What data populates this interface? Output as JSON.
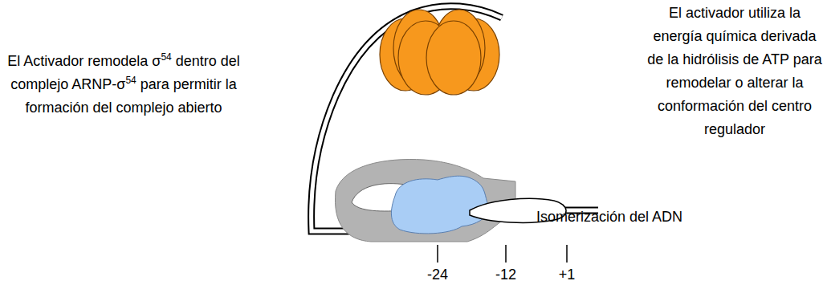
{
  "diagram": {
    "labels": [
      "El Activador remodela σ54 dentro del complejo ARNP-σ54 para permitir la formación del complejo abierto",
      "El activador utiliza la energía química derivada de la hidrólisis de ATP para remodelar o alterar la conformación del centro regulador",
      "Isomerización del ADN",
      "-24",
      "-12",
      "+1"
    ]
  }
}
